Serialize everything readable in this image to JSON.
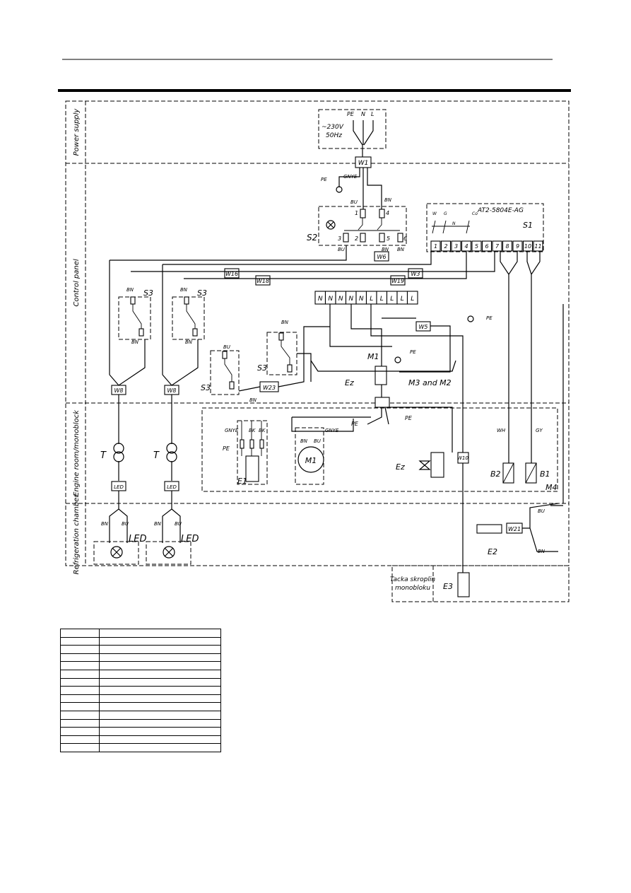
{
  "zones": {
    "power_supply": "Power supply",
    "control_panel": "Control panel",
    "engine_room": "Engine room/monoblock",
    "refrigeration_chamber": "Refrigeration chamber",
    "condensate_tray": [
      "Tacka skroplin",
      "monobloku"
    ]
  },
  "supply": {
    "voltage": "~230V",
    "frequency": "50Hz",
    "pe": "PE",
    "n": "N",
    "l": "L"
  },
  "wires": {
    "w1": "W1",
    "w6": "W6",
    "w3": "W3",
    "w16": "W16",
    "w18": "W18",
    "w19": "W19",
    "w5": "W5",
    "w23": "W23",
    "w8a": "W8",
    "w8b": "W8",
    "w10": "W10",
    "w21": "W21",
    "led_a": "LED",
    "led_b": "LED"
  },
  "colors": {
    "gnye": "GNYE",
    "bu": "BU",
    "bn": "BN",
    "bk": "BK",
    "wh": "WH",
    "gy": "GY"
  },
  "controller": {
    "model": "AT2-5804E-AG",
    "ref": "S1",
    "terminals": [
      "1",
      "2",
      "3",
      "4",
      "5",
      "6",
      "7",
      "8",
      "9",
      "10",
      "11"
    ],
    "relay_labels": [
      "W",
      "G",
      "N",
      "Co"
    ]
  },
  "switch_s2": {
    "ref": "S2",
    "contacts": [
      "1",
      "4",
      "3",
      "2",
      "5",
      "6"
    ]
  },
  "terminal_block": [
    "N",
    "N",
    "N",
    "N",
    "N",
    "L",
    "L",
    "L",
    "L",
    "L"
  ],
  "components": {
    "s3_a": "S3",
    "s3_b": "S3",
    "s3_c": "S3",
    "s3_d": "S3",
    "m1_top": "M1",
    "ez_ctrl": "Ez",
    "m3m2": "M3 and M2",
    "e1": "E1",
    "m1": "M1",
    "ez": "Ez",
    "b2": "B2",
    "b1": "B1",
    "m4": "M4",
    "t_a": "T",
    "t_b": "T",
    "led_lamp_a": "LED",
    "led_lamp_b": "LED",
    "e2": "E2",
    "e3": "E3",
    "pe": "PE",
    "x": "N"
  },
  "legend_rows": 15
}
